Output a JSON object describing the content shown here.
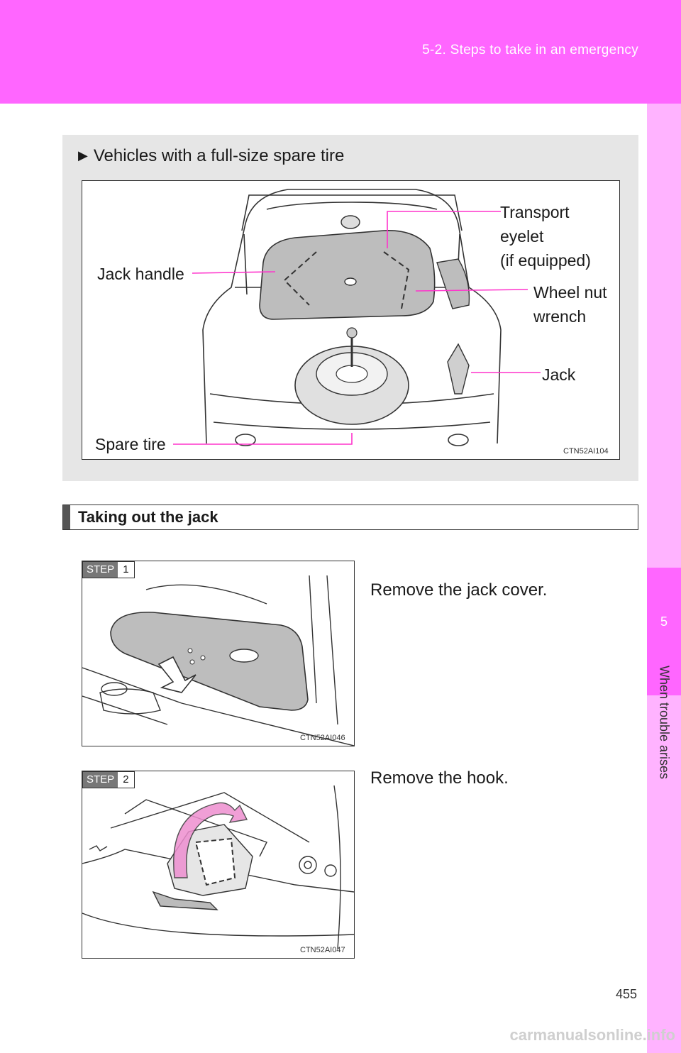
{
  "header": {
    "section_title": "5-2. Steps to take in an emergency"
  },
  "side_tab": {
    "chapter_number": "5",
    "chapter_label": "When trouble arises"
  },
  "figure_panel": {
    "title": "Vehicles with a full-size spare tire",
    "figure_code": "CTN52AI104",
    "callouts": {
      "transport_eyelet_1": "Transport",
      "transport_eyelet_2": "eyelet",
      "transport_eyelet_3": "(if equipped)",
      "jack_handle": "Jack handle",
      "wheel_nut_wrench_1": "Wheel nut",
      "wheel_nut_wrench_2": "wrench",
      "jack": "Jack",
      "spare_tire": "Spare tire"
    }
  },
  "section": {
    "title": "Taking out the jack"
  },
  "steps": [
    {
      "badge": "STEP",
      "number": "1",
      "text": "Remove the jack cover.",
      "figure_code": "CTN52AI046"
    },
    {
      "badge": "STEP",
      "number": "2",
      "text": "Remove the hook.",
      "figure_code": "CTN52AI047"
    }
  ],
  "page_number": "455",
  "watermark": "carmanualsonline.info",
  "colors": {
    "header_band": "#ff66ff",
    "side_tab": "#ffb3ff",
    "callout_line": "#ff33cc",
    "panel_bg": "#e6e6e6"
  }
}
